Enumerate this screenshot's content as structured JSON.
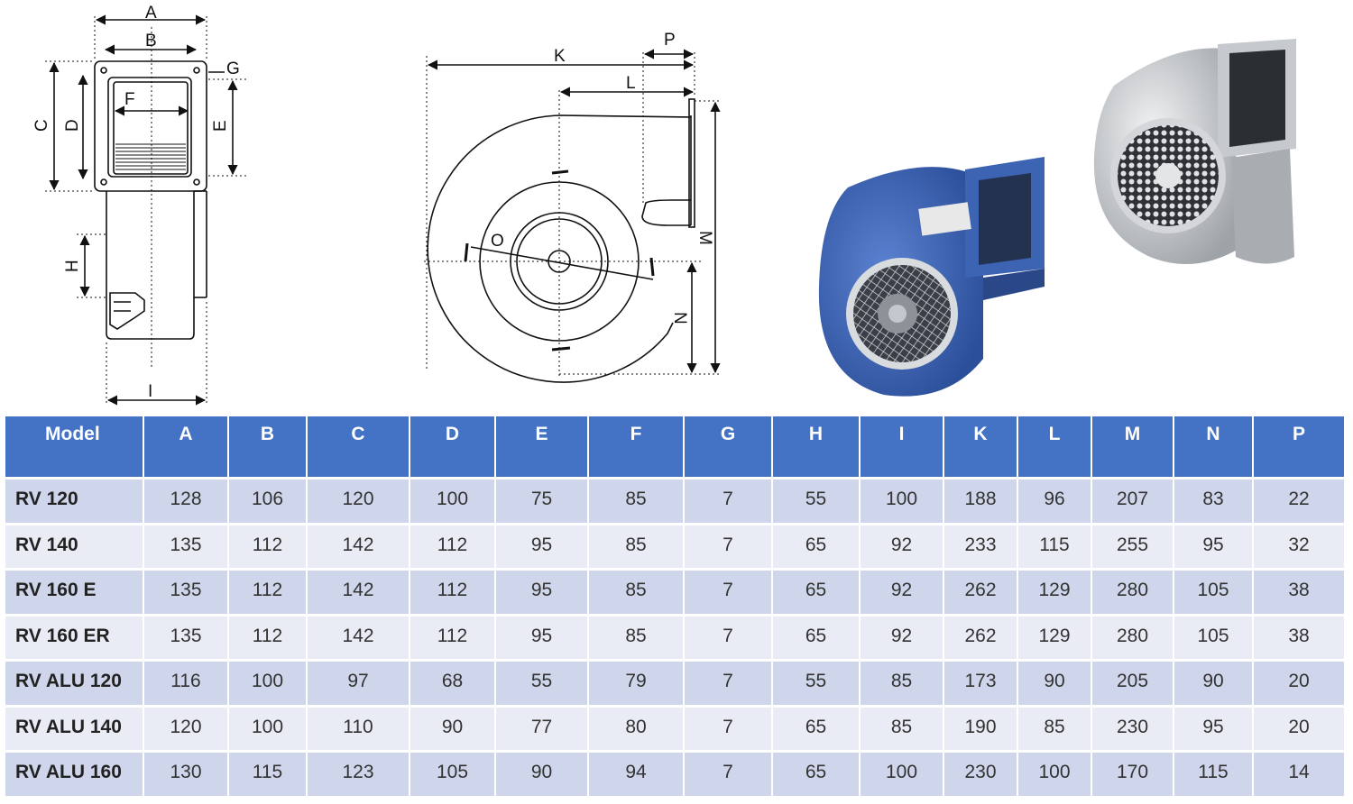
{
  "drawing": {
    "labels": {
      "A": "A",
      "B": "B",
      "C": "C",
      "D": "D",
      "E": "E",
      "F": "F",
      "G": "G",
      "H": "H",
      "I": "I",
      "K": "K",
      "L": "L",
      "M": "M",
      "N": "N",
      "O": "O",
      "P": "P"
    }
  },
  "table": {
    "headers": [
      "Model",
      "A",
      "B",
      "C",
      "D",
      "E",
      "F",
      "G",
      "H",
      "I",
      "K",
      "L",
      "M",
      "N",
      "P"
    ],
    "rows": [
      [
        "RV 120",
        "128",
        "106",
        "120",
        "100",
        "75",
        "85",
        "7",
        "55",
        "100",
        "188",
        "96",
        "207",
        "83",
        "22"
      ],
      [
        "RV 140",
        "135",
        "112",
        "142",
        "112",
        "95",
        "85",
        "7",
        "65",
        "92",
        "233",
        "115",
        "255",
        "95",
        "32"
      ],
      [
        "RV 160 E",
        "135",
        "112",
        "142",
        "112",
        "95",
        "85",
        "7",
        "65",
        "92",
        "262",
        "129",
        "280",
        "105",
        "38"
      ],
      [
        "RV 160 ER",
        "135",
        "112",
        "142",
        "112",
        "95",
        "85",
        "7",
        "65",
        "92",
        "262",
        "129",
        "280",
        "105",
        "38"
      ],
      [
        "RV ALU 120",
        "116",
        "100",
        "97",
        "68",
        "55",
        "79",
        "7",
        "55",
        "85",
        "173",
        "90",
        "205",
        "90",
        "20"
      ],
      [
        "RV ALU 140",
        "120",
        "100",
        "110",
        "90",
        "77",
        "80",
        "7",
        "65",
        "85",
        "190",
        "85",
        "230",
        "95",
        "20"
      ],
      [
        "RV ALU 160",
        "130",
        "115",
        "123",
        "105",
        "90",
        "94",
        "7",
        "65",
        "100",
        "230",
        "100",
        "170",
        "115",
        "14"
      ]
    ]
  },
  "colors": {
    "header_blue": "#4472c4",
    "row_odd": "#cfd5ea",
    "row_even": "#e9ebf5",
    "blower_blue": "#3f67b8",
    "blower_alu": "#c9ccd0"
  }
}
